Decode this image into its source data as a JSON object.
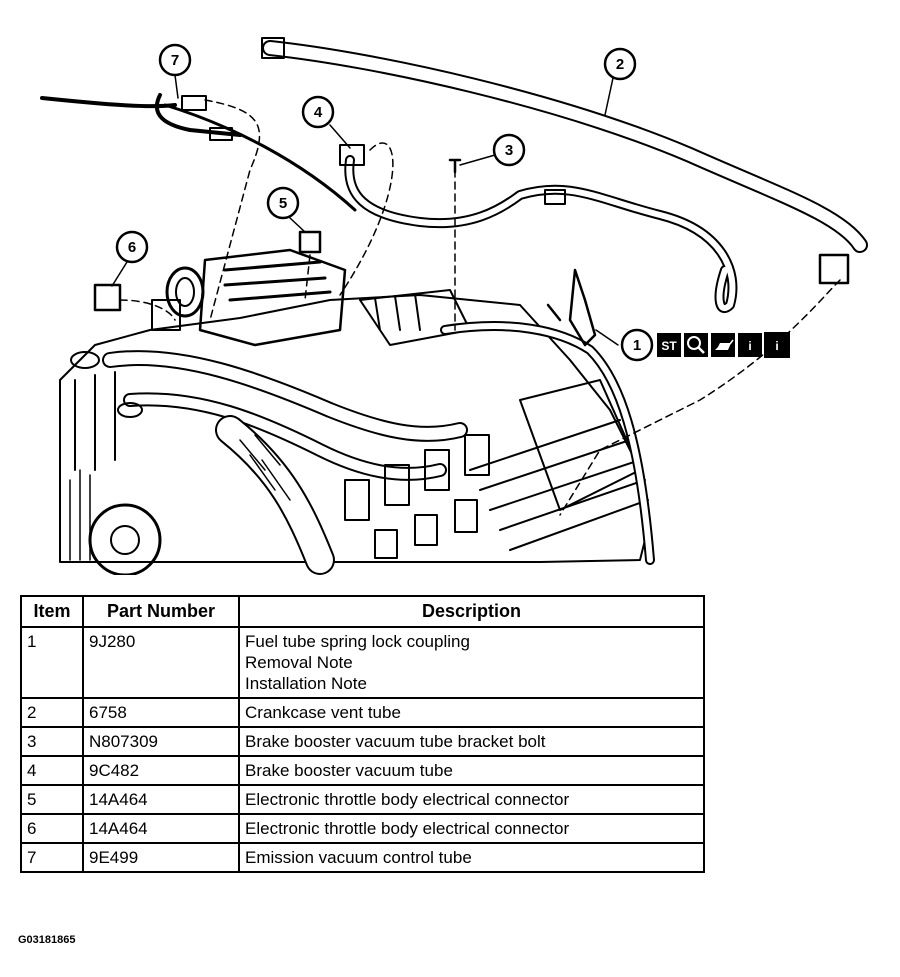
{
  "callouts": [
    "7",
    "2",
    "4",
    "3",
    "5",
    "6",
    "1"
  ],
  "tool_icons": [
    "ST",
    "search-icon",
    "oil-can-icon",
    "i",
    "i"
  ],
  "table": {
    "headers": [
      "Item",
      "Part Number",
      "Description"
    ],
    "rows": [
      {
        "item": "1",
        "part": "9J280",
        "desc": [
          "Fuel tube spring lock coupling",
          "Removal Note",
          "Installation Note"
        ]
      },
      {
        "item": "2",
        "part": "6758",
        "desc": [
          "Crankcase vent tube"
        ]
      },
      {
        "item": "3",
        "part": "N807309",
        "desc": [
          "Brake booster vacuum tube bracket bolt"
        ]
      },
      {
        "item": "4",
        "part": "9C482",
        "desc": [
          "Brake booster vacuum tube"
        ]
      },
      {
        "item": "5",
        "part": "14A464",
        "desc": [
          "Electronic throttle body electrical connector"
        ]
      },
      {
        "item": "6",
        "part": "14A464",
        "desc": [
          "Electronic throttle body electrical connector"
        ]
      },
      {
        "item": "7",
        "part": "9E499",
        "desc": [
          "Emission vacuum control tube"
        ]
      }
    ]
  },
  "figure_code": "G03181865"
}
